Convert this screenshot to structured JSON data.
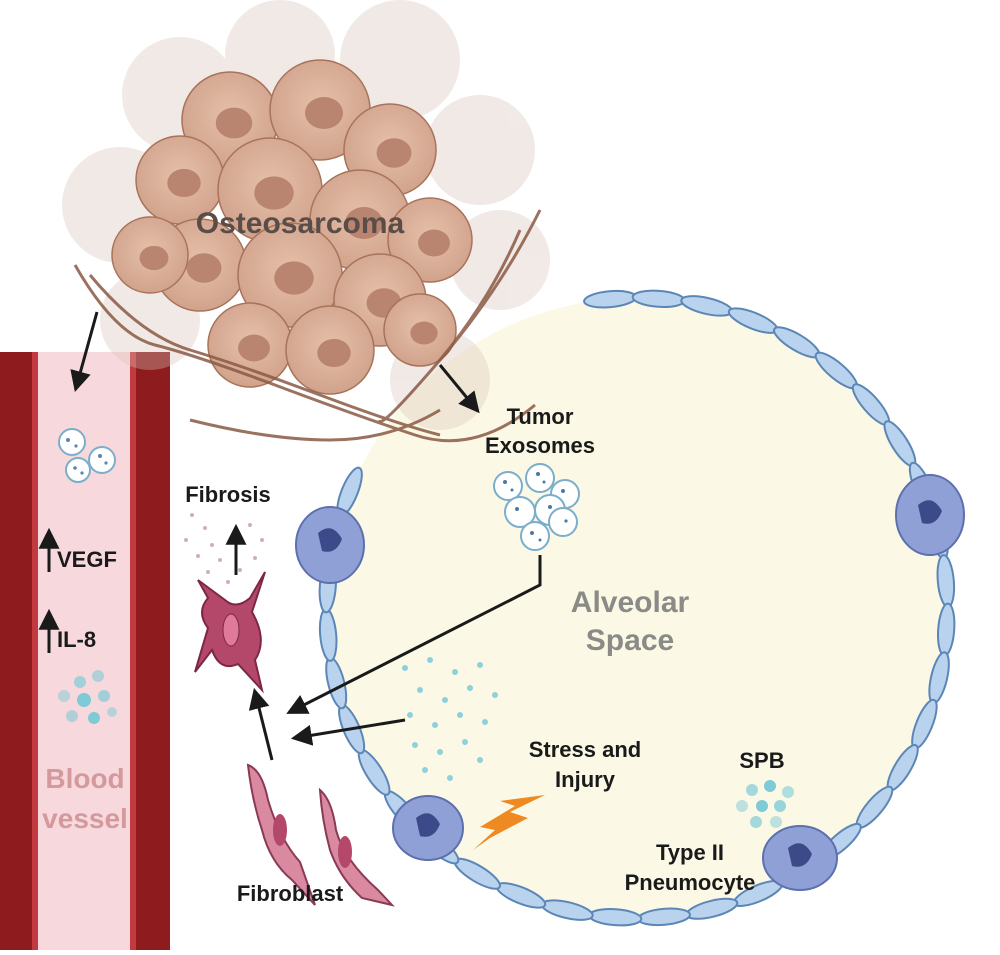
{
  "labels": {
    "tumor": "Osteosarcoma",
    "tumor_exosomes_line1": "Tumor",
    "tumor_exosomes_line2": "Exosomes",
    "fibrosis": "Fibrosis",
    "alveolar_line1": "Alveolar",
    "alveolar_line2": "Space",
    "vegf": "VEGF",
    "il8": "IL-8",
    "blood_line1": "Blood",
    "blood_line2": "vessel",
    "stress_line1": "Stress and",
    "stress_line2": "Injury",
    "spb": "SPB",
    "pneumocyte_line1": "Type II",
    "pneumocyte_line2": "Pneumocyte",
    "fibroblast": "Fibroblast"
  },
  "colors": {
    "vessel_wall": "#8e1c1f",
    "vessel_lumen": "#f9dfe2",
    "alveolar_fill": "#fbf9e6",
    "epithelium": "#b9d3ee",
    "epithelium_stroke": "#5b86b6",
    "tumor_cell": "#d9ad94",
    "tumor_nucleus": "#b98571",
    "fibroblast": "#b3486a",
    "lightning": "#ef8a23",
    "arrow": "#1a1a1a",
    "exosome": "#ffffff",
    "particle": "#7fcad7",
    "macrophage": "#8fa0d6"
  },
  "icons": [
    "up-arrow-icon",
    "lightning-icon",
    "exosome-icon"
  ]
}
